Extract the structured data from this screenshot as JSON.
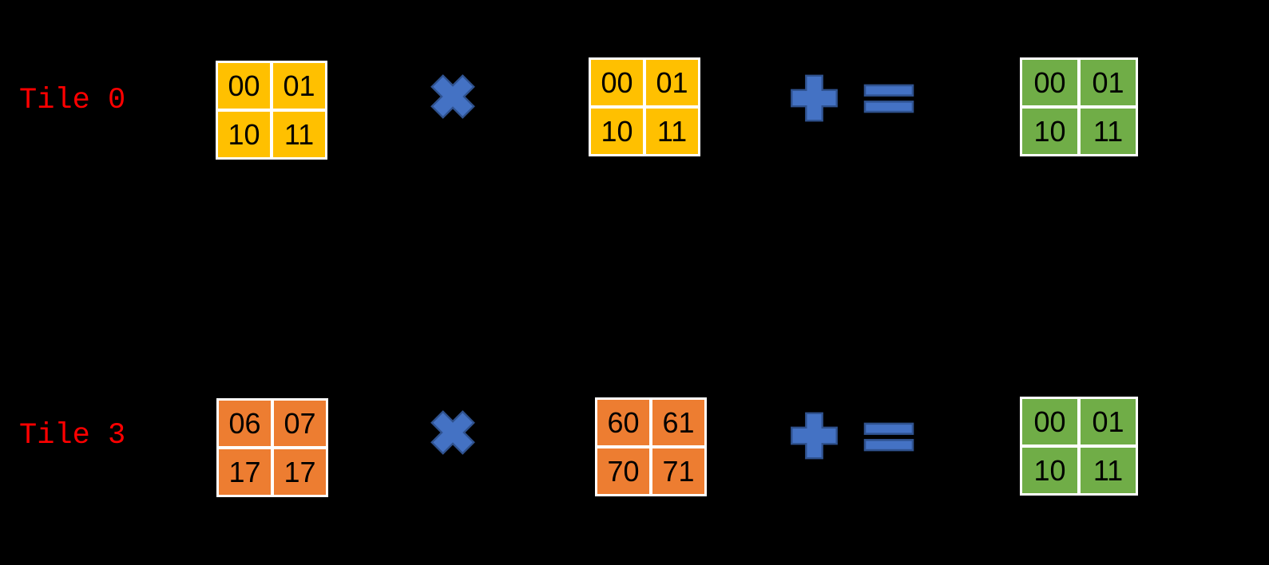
{
  "palette": {
    "background": "#000000",
    "label_red": "#FF0000",
    "gold": "#FFC000",
    "orange": "#ED7D31",
    "green": "#70AD47",
    "operator_fill": "#4472C4",
    "operator_stroke": "#2F528F",
    "grid_gap_white": "#FFFFFF",
    "cell_text": "#000000"
  },
  "operators": {
    "multiply": "multiply-icon",
    "add": "plus-icon",
    "equals": "equals-icon"
  },
  "rows": [
    {
      "label": "Tile 0",
      "grids": [
        {
          "cells": [
            "00",
            "01",
            "10",
            "11"
          ]
        },
        {
          "cells": [
            "00",
            "01",
            "10",
            "11"
          ]
        },
        {
          "cells": [
            "00",
            "01",
            "10",
            "11"
          ]
        }
      ]
    },
    {
      "label": "Tile 3",
      "grids": [
        {
          "cells": [
            "06",
            "07",
            "17",
            "17"
          ]
        },
        {
          "cells": [
            "60",
            "61",
            "70",
            "71"
          ]
        },
        {
          "cells": [
            "00",
            "01",
            "10",
            "11"
          ]
        }
      ]
    }
  ]
}
